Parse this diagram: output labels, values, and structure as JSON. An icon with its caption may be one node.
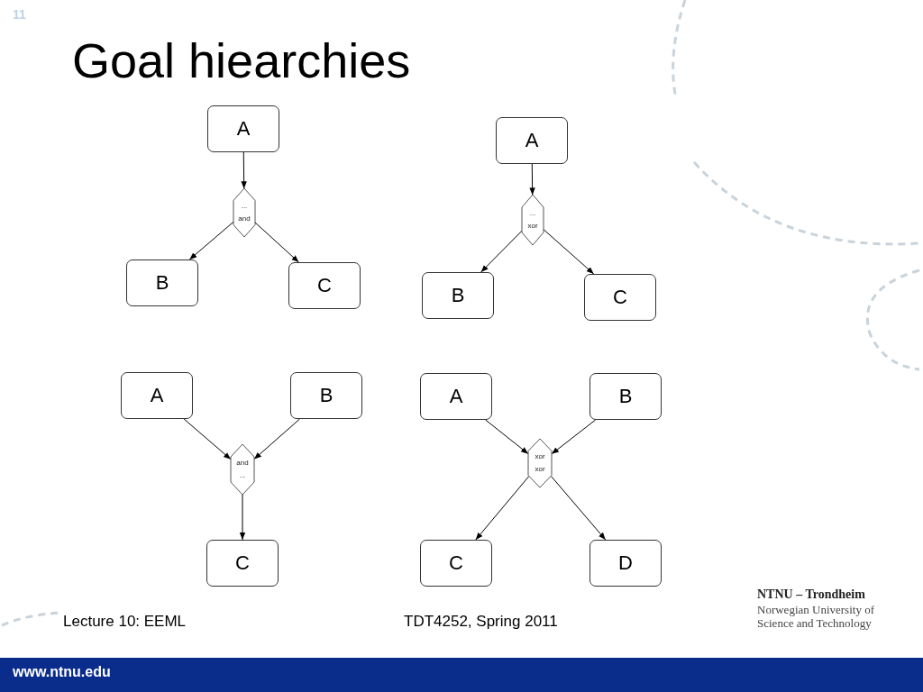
{
  "diagram": {
    "title": "Goal hiearchies",
    "nodes": [
      {
        "text": [
          "A"
        ]
      },
      {
        "text": [
          "...",
          "and"
        ]
      },
      {
        "text": [
          "B"
        ]
      },
      {
        "text": [
          "C"
        ]
      },
      {
        "text": [
          "A"
        ]
      },
      {
        "text": [
          "...",
          "xor"
        ]
      },
      {
        "text": [
          "B"
        ]
      },
      {
        "text": [
          "C"
        ]
      },
      {
        "text": [
          "A"
        ]
      },
      {
        "text": [
          "B"
        ]
      },
      {
        "text": [
          "and",
          "..."
        ]
      },
      {
        "text": [
          "C"
        ]
      },
      {
        "text": [
          "A"
        ]
      },
      {
        "text": [
          "B"
        ]
      },
      {
        "text": [
          "xor",
          "xor"
        ]
      },
      {
        "text": [
          "C"
        ]
      },
      {
        "text": [
          "D"
        ]
      }
    ],
    "edges": [
      {
        "from": 0,
        "to": 1,
        "arrow": "to"
      },
      {
        "from": 1,
        "to": 2,
        "arrow": "to"
      },
      {
        "from": 1,
        "to": 3,
        "arrow": "to"
      },
      {
        "from": 4,
        "to": 5,
        "arrow": "to"
      },
      {
        "from": 5,
        "to": 6,
        "arrow": "to"
      },
      {
        "from": 5,
        "to": 7,
        "arrow": "to"
      },
      {
        "from": 8,
        "to": 10,
        "arrow": "to"
      },
      {
        "from": 9,
        "to": 10,
        "arrow": "to"
      },
      {
        "from": 10,
        "to": 11,
        "arrow": "to"
      },
      {
        "from": 12,
        "to": 14,
        "arrow": "to"
      },
      {
        "from": 13,
        "to": 14,
        "arrow": "to"
      },
      {
        "from": 14,
        "to": 15,
        "arrow": "to"
      },
      {
        "from": 14,
        "to": 16,
        "arrow": "to"
      }
    ],
    "labels": [
      "11",
      "Lecture 10: EEML",
      "TDT4252, Spring 2011",
      "NTNU – Trondheim",
      "Norwegian University of Science and Technology",
      "www.ntnu.edu"
    ]
  }
}
